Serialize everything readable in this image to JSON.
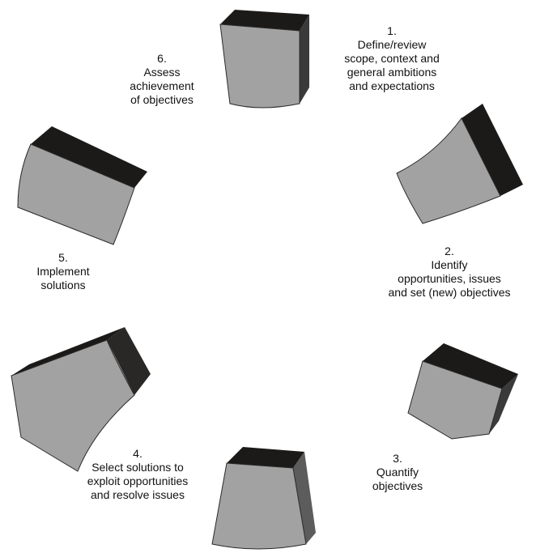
{
  "steps": [
    {
      "number": "1.",
      "lines": [
        "Define/review",
        "scope, context and",
        "general ambitions",
        "and expectations"
      ]
    },
    {
      "number": "2.",
      "lines": [
        "Identify",
        "opportunities, issues",
        "and set (new) objectives"
      ]
    },
    {
      "number": "3.",
      "lines": [
        "Quantify",
        "objectives"
      ]
    },
    {
      "number": "4.",
      "lines": [
        "Select solutions to",
        "exploit opportunities",
        "and resolve issues"
      ]
    },
    {
      "number": "5.",
      "lines": [
        "Implement",
        "solutions"
      ]
    },
    {
      "number": "6.",
      "lines": [
        "Assess",
        "achievement",
        "of objectives"
      ]
    }
  ],
  "colors": {
    "block_face": "#a2a2a2",
    "block_top": "#1c1a18",
    "block_side": "#5c5c5c",
    "block_outline": "#2a2a2a",
    "text": "#111111"
  }
}
